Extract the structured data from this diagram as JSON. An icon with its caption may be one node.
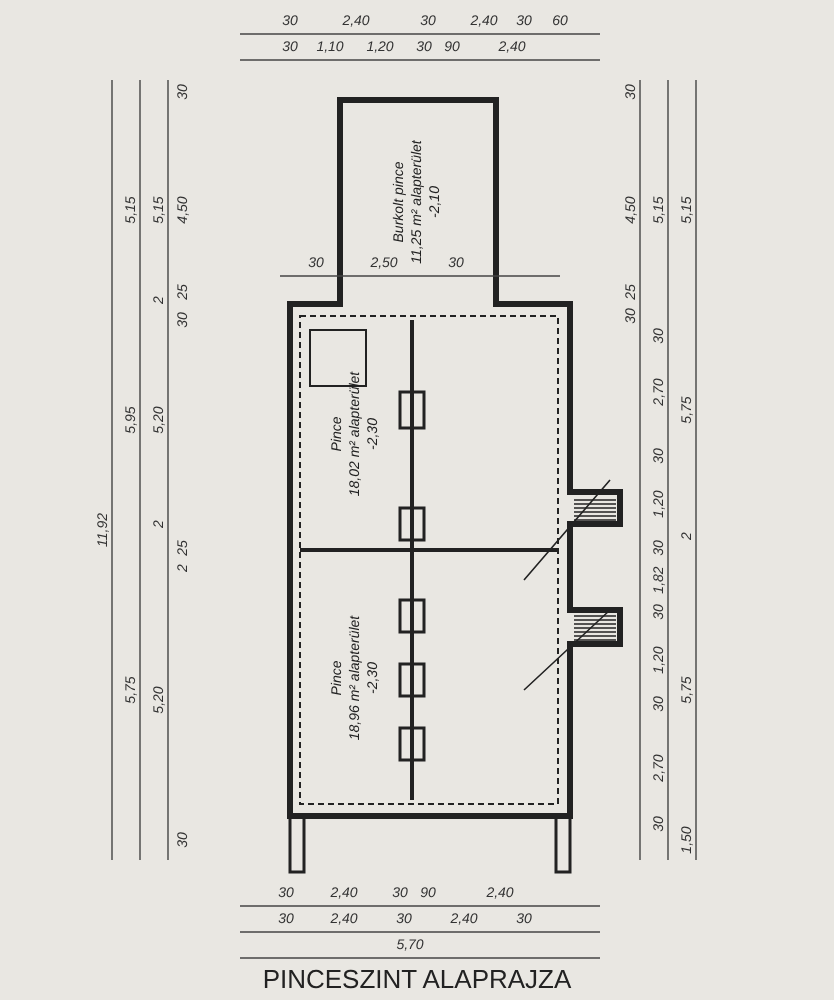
{
  "diagram": {
    "title": "PINCESZINT ALAPRAJZA",
    "nodes": [
      {
        "text": [
          "Burkolt pince",
          "11,25 m² alapterület",
          "-2,10"
        ]
      },
      {
        "text": [
          "Pince",
          "18,02 m² alapterület",
          "-2,30"
        ]
      },
      {
        "text": [
          "Pince",
          "18,96 m² alapterület",
          "-2,30"
        ]
      }
    ],
    "edges": [],
    "labels": [
      "30",
      "2,40",
      "30",
      "2,40",
      "30",
      "60",
      "30",
      "1,10",
      "1,20",
      "30",
      "90",
      "2,40",
      "30",
      "2,50",
      "30",
      "11,92",
      "5,15",
      "5,95",
      "5,75",
      "5,15",
      "2",
      "5,20",
      "2",
      "5,20",
      "30",
      "4,50",
      "25",
      "30",
      "25",
      "2",
      "30",
      "30",
      "4,50",
      "25",
      "30",
      "5,15",
      "30",
      "2,70",
      "30",
      "1,20",
      "30",
      "1,82",
      "30",
      "1,20",
      "30",
      "2,70",
      "30",
      "5,15",
      "5,75",
      "2",
      "5,75",
      "1,50",
      "30",
      "2,40",
      "30",
      "90",
      "2,40",
      "30",
      "2,40",
      "30",
      "2,40",
      "30",
      "5,70"
    ]
  }
}
